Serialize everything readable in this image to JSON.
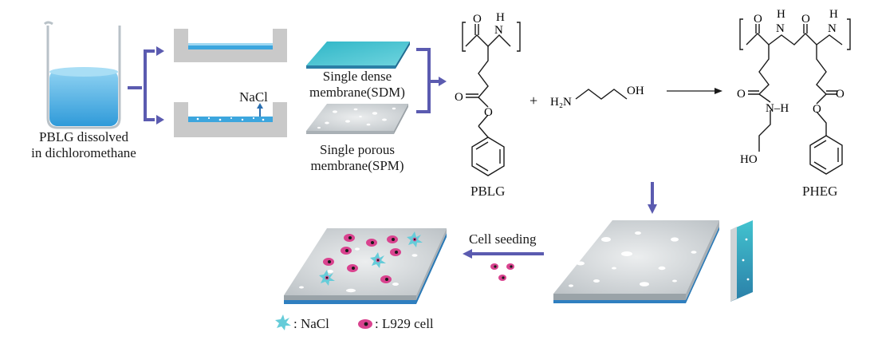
{
  "labels": {
    "pblg_dissolved_line1": "PBLG dissolved",
    "pblg_dissolved_line2": "in dichloromethane",
    "nacl": "NaCl",
    "sdm_line1": "Single dense",
    "sdm_line2": "membrane(SDM)",
    "spm_line1": "Single porous",
    "spm_line2": "membrane(SPM)",
    "pblg": "PBLG",
    "pheg": "PHEG",
    "plus": "+",
    "cell_seeding": "Cell seeding",
    "legend_nacl": ": NaCl",
    "legend_cell": ": L929 cell"
  },
  "chem": {
    "o": "O",
    "h": "H",
    "n": "N",
    "n_h": "N–H",
    "ho": "HO",
    "oh": "OH",
    "h2n": "H₂N",
    "bracket_left": "[",
    "bracket_right": "]"
  },
  "colors": {
    "arrow": "#5b5bb0",
    "solution": "#3ca6de",
    "membrane_top": "#3cc0cf",
    "membrane_edge": "#2b7fa6",
    "porous_gray": "#cfd3d6",
    "cell": "#d9438f",
    "nacl": "#66ccd9",
    "tray": "#c9c9c9"
  }
}
